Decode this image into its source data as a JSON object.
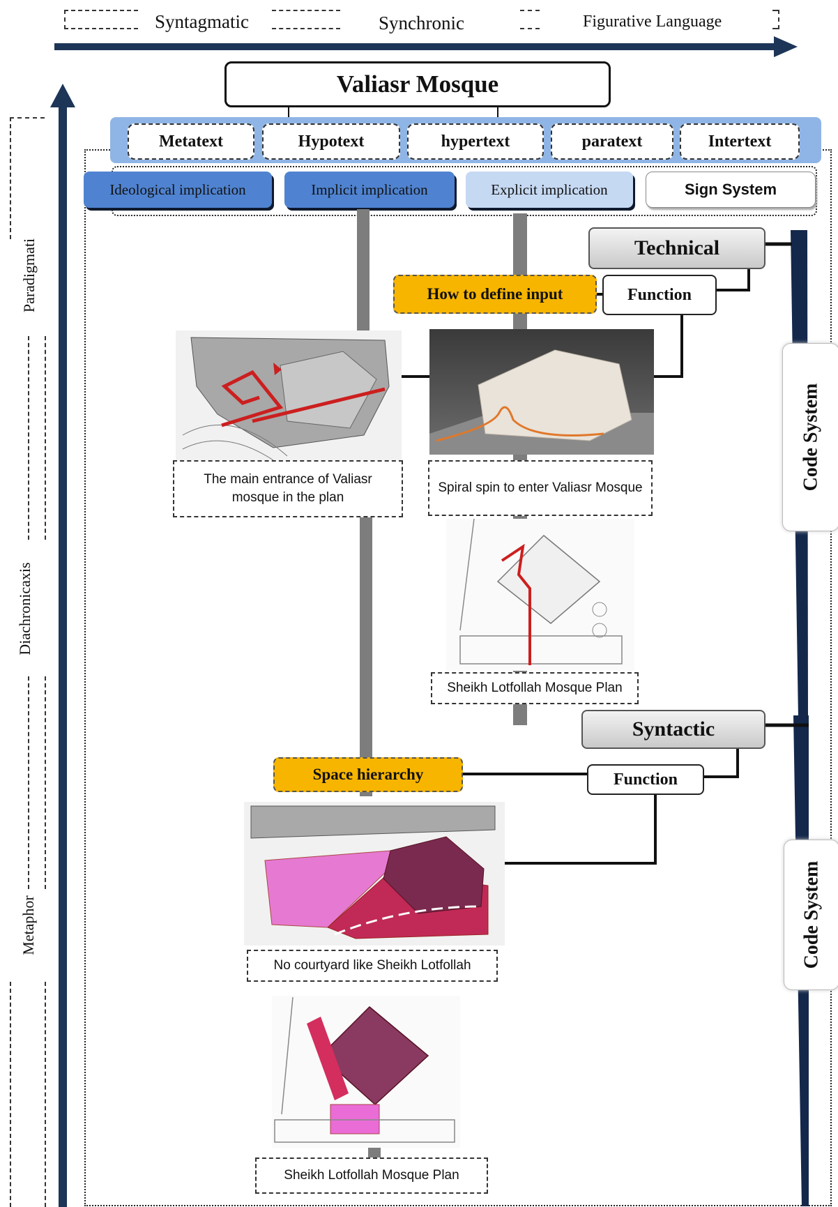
{
  "top_axis": {
    "labels": [
      "Syntagmatic",
      "Synchronic",
      "Figurative Language"
    ]
  },
  "side_axis": {
    "labels": [
      "Paradigmati",
      "Diachronicaxis",
      "Metaphor"
    ]
  },
  "title": "Valiasr Mosque",
  "text_types": [
    "Metatext",
    "Hypotext",
    "hypertext",
    "paratext",
    "Intertext"
  ],
  "implications": {
    "ideological": "Ideological implication",
    "implicit": "Implicit implication",
    "explicit": "Explicit implication",
    "sign_system": "Sign System"
  },
  "technical": {
    "label": "Technical",
    "function": "Function",
    "input": "How to define input"
  },
  "syntactic": {
    "label": "Syntactic",
    "function": "Function",
    "hierarchy": "Space hierarchy"
  },
  "code_system": [
    "Code System",
    "Code System"
  ],
  "captions": {
    "main_entrance": "The main entrance of Valiasr mosque in the plan",
    "spiral": "Spiral spin to enter Valiasr Mosque",
    "lotfollah_plan_1": "Sheikh Lotfollah Mosque Plan",
    "no_courtyard": "No courtyard like Sheikh Lotfollah",
    "lotfollah_plan_2": "Sheikh Lotfollah Mosque Plan"
  },
  "colors": {
    "arrow": "#1d3557",
    "band": "#8fb5e6",
    "implication_dark": "#4f83d1",
    "implication_light": "#c6d9f3",
    "highlight": "#f7b500",
    "code_bar": "#14284b"
  }
}
